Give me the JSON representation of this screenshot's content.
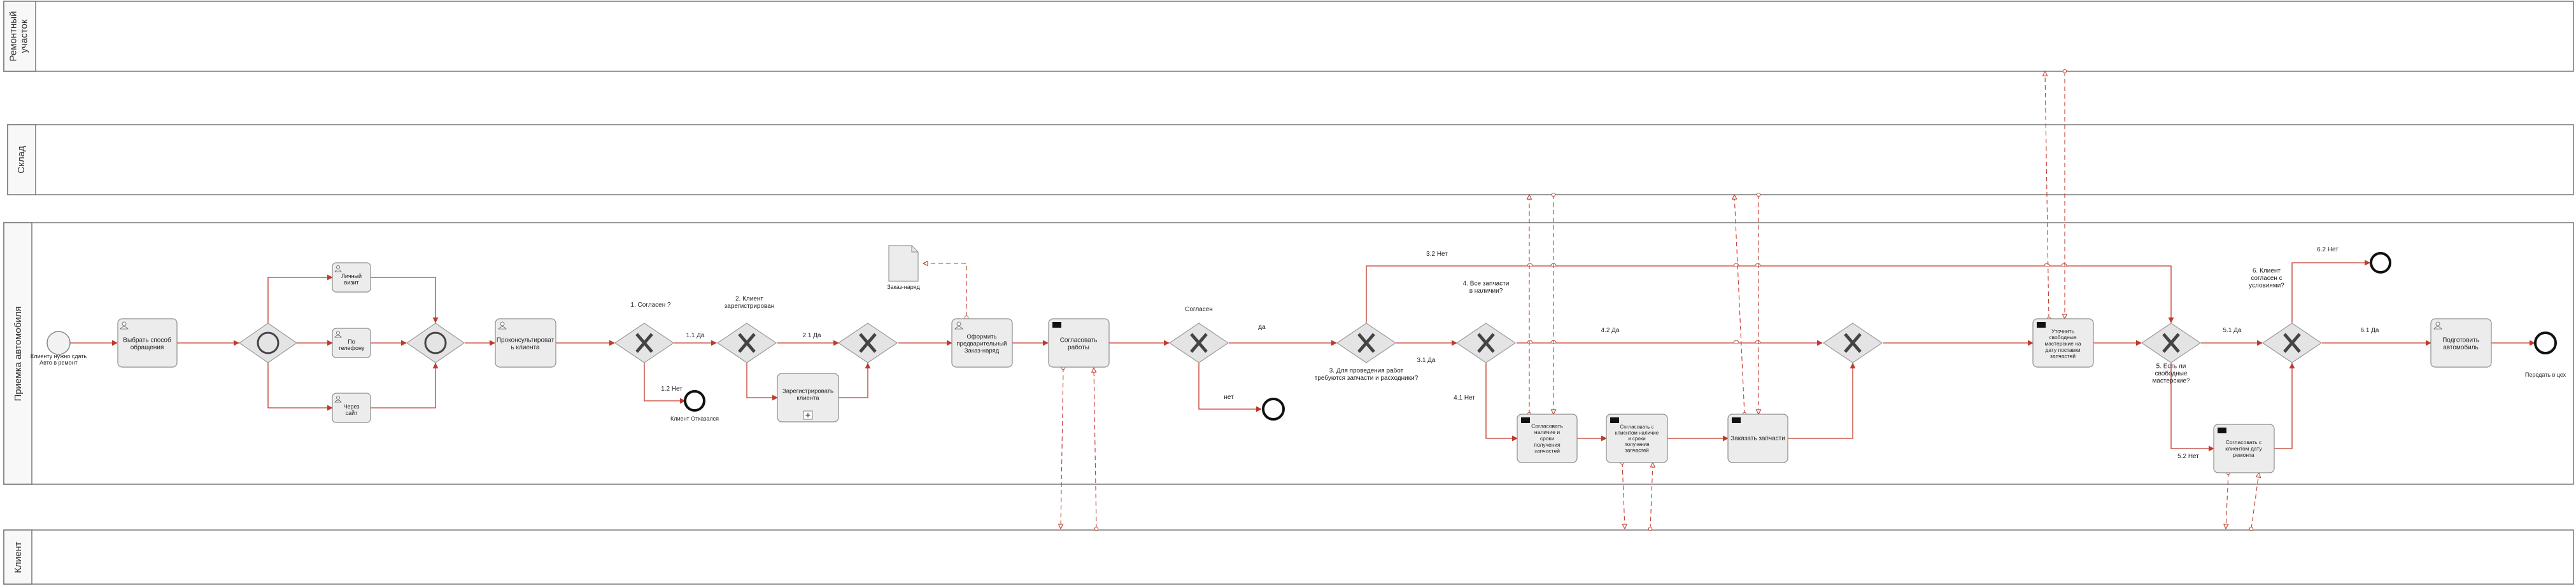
{
  "lanes": {
    "repair": "Ремонтный участок",
    "warehouse": "Склад",
    "reception": "Приемка автомобиля",
    "client": "Клиент"
  },
  "events": {
    "start": "Клиенту нужно сдать Авто в ремонт",
    "end_refused": "Клиент Отказался",
    "end_handover": "Передать в цех"
  },
  "tasks": {
    "choose_channel": "Выбрать способ обращения",
    "personal_visit": "Личный визит",
    "by_phone": "По телефону",
    "via_site": "Через сайт",
    "consult": "Проконсультироват ь клиента",
    "register_client": "Зарегистрировать клиента",
    "pre_order": "Оформить предварительный Заказ-наряд",
    "agree_works": "Согласовать работы",
    "agree_parts": "Согласовать наличие и сроки получения запчастей",
    "agree_client_parts": "Согласовать с клиентом наличие и сроки получения запчастей",
    "order_parts": "Заказать запчасти",
    "clarify_masters": "Уточнить свободные мастерские на дату поставки запчастей",
    "agree_repair_date": "Согласовать с клиентом дату ремонта",
    "prepare_car": "Подготовить автомобиль"
  },
  "document": "Заказ-наряд",
  "gateway_labels": {
    "g1": "1. Согласен ?",
    "g2": "2. Клиент зарегистрирован",
    "g_agree": "Согласен",
    "g3": "3. Для проведения работ требуются запчасти и расходники?",
    "g4": "4. Все запчасти в наличии?",
    "g5": "5. Есть ли свободные мастерские?",
    "g6": "6. Клиент согласен с условиями?"
  },
  "flow_labels": {
    "f11": "1.1 Да",
    "f12": "1.2 Нет",
    "f21": "2.1 Да",
    "f_da": "да",
    "f_net": "нет",
    "f31": "3.1 Да",
    "f32": "3.2 Нет",
    "f41": "4.1 Нет",
    "f42": "4.2 Да",
    "f51": "5.1 Да",
    "f52": "5.2 Нет",
    "f61": "6.1 Да",
    "f62": "6.2 Нет"
  },
  "colors": {
    "flow": "#c0392b",
    "task_fill": "#ececec",
    "task_stroke": "#8c8c8c",
    "gateway_fill": "#e4e4e4",
    "lane_stroke": "#777777"
  }
}
